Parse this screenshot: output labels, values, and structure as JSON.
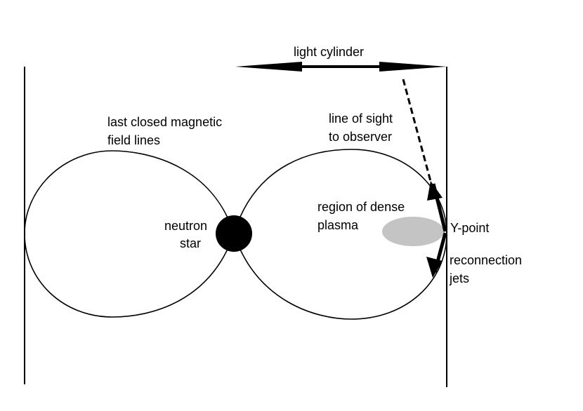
{
  "labels": {
    "light_cylinder": "light cylinder",
    "last_closed_line1": "last closed magnetic",
    "last_closed_line2": "field lines",
    "line_of_sight_line1": "line of sight",
    "line_of_sight_line2": "to observer",
    "neutron_star_line1": "neutron",
    "neutron_star_line2": "star",
    "dense_plasma_line1": "region of dense",
    "dense_plasma_line2": "plasma",
    "y_point": "Y-point",
    "reconnection_line1": "reconnection",
    "reconnection_line2": "jets"
  },
  "colors": {
    "line": "#000000",
    "neutron_star": "#000000",
    "plasma_region": "#c4c4c4",
    "background": "#ffffff"
  }
}
